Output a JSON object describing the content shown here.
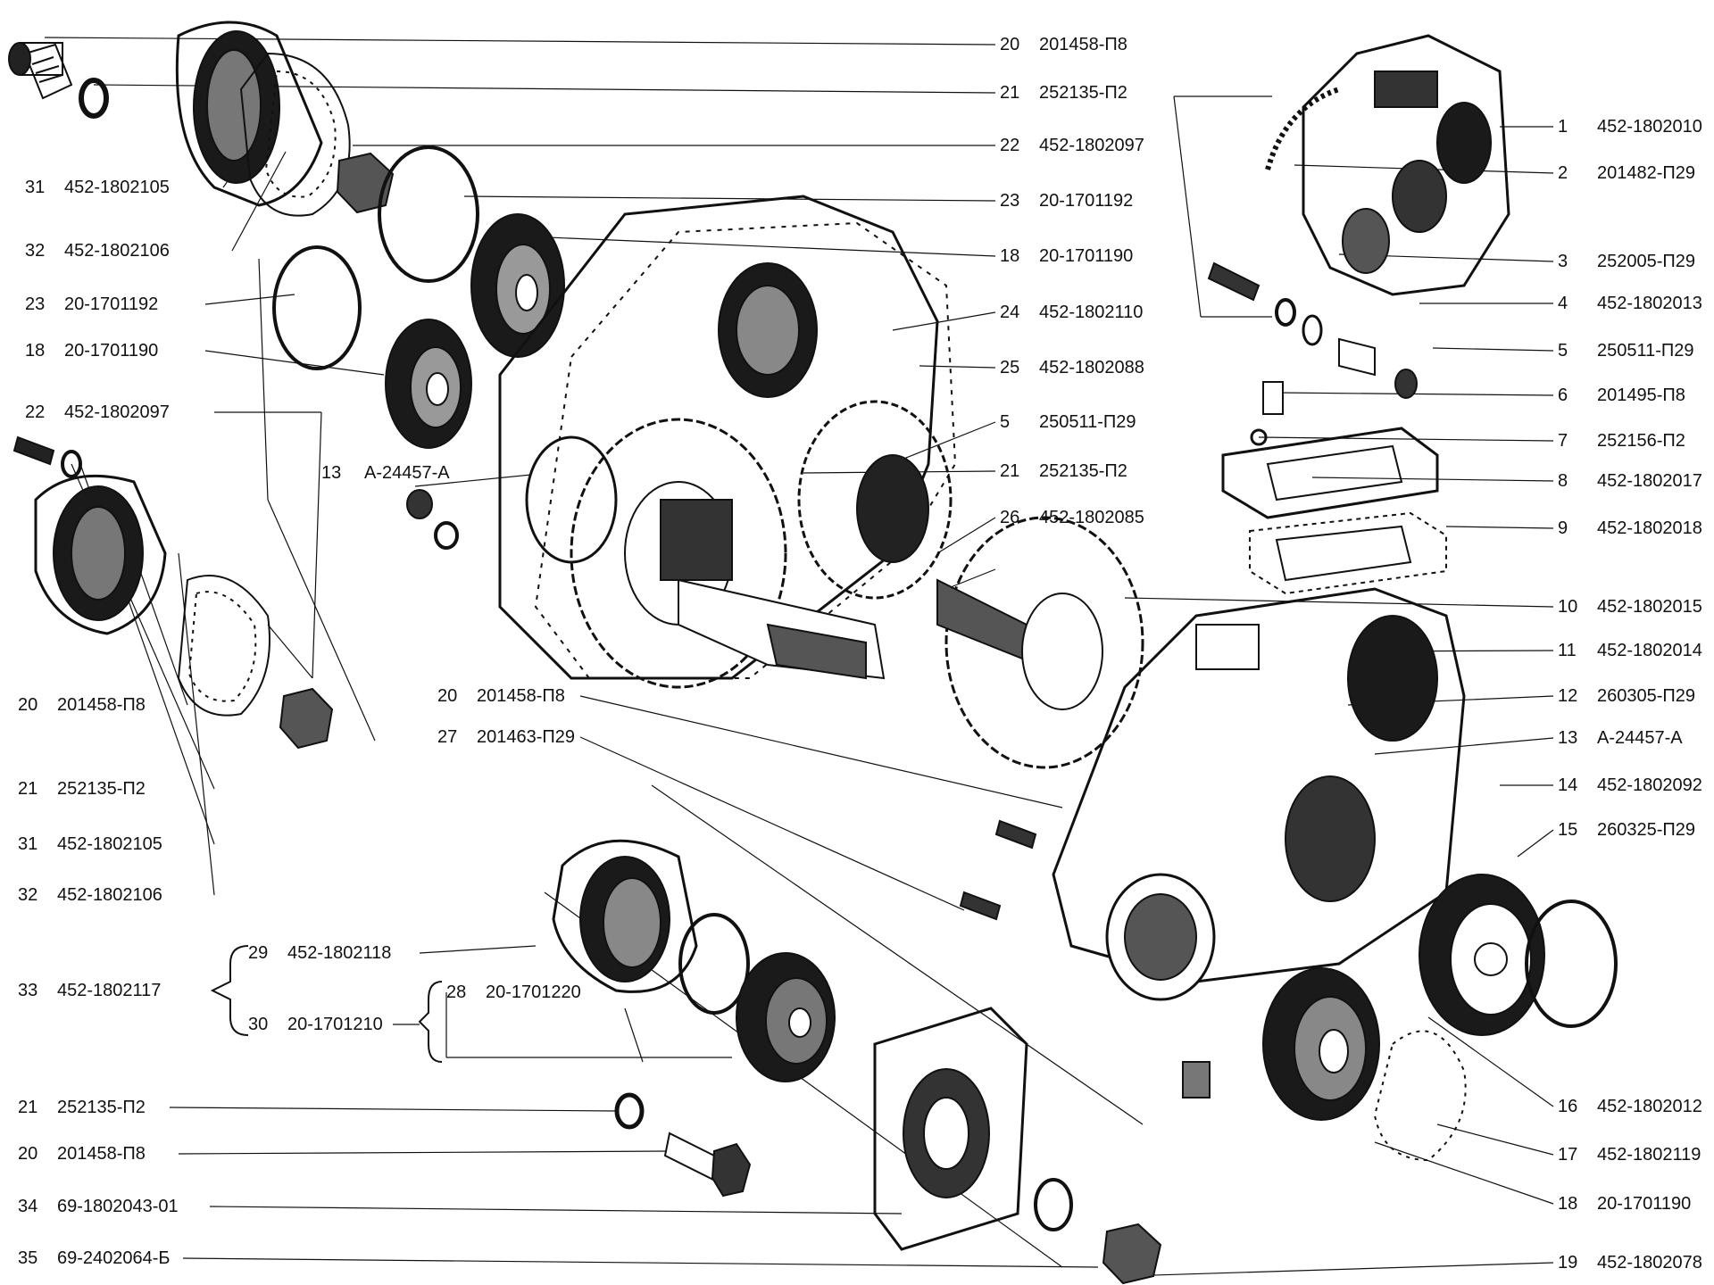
{
  "callouts": {
    "c1": {
      "num": "20",
      "code": "201458-П8"
    },
    "c2": {
      "num": "21",
      "code": "252135-П2"
    },
    "c3": {
      "num": "22",
      "code": "452-1802097"
    },
    "c4": {
      "num": "23",
      "code": "20-1701192"
    },
    "c5": {
      "num": "18",
      "code": "20-1701190"
    },
    "c6": {
      "num": "24",
      "code": "452-1802110"
    },
    "c7": {
      "num": "25",
      "code": "452-1802088"
    },
    "c8": {
      "num": "5",
      "code": "250511-П29"
    },
    "c9": {
      "num": "21",
      "code": "252135-П2"
    },
    "c10": {
      "num": "26",
      "code": "452-1802085"
    },
    "c11": {
      "num": "13",
      "code": "А-24457-А"
    },
    "c12": {
      "num": "20",
      "code": "201458-П8"
    },
    "c13": {
      "num": "27",
      "code": "201463-П29"
    },
    "r1": {
      "num": "1",
      "code": "452-1802010"
    },
    "r2": {
      "num": "2",
      "code": "201482-П29"
    },
    "r3": {
      "num": "3",
      "code": "252005-П29"
    },
    "r4": {
      "num": "4",
      "code": "452-1802013"
    },
    "r5": {
      "num": "5",
      "code": "250511-П29"
    },
    "r6": {
      "num": "6",
      "code": "201495-П8"
    },
    "r7": {
      "num": "7",
      "code": "252156-П2"
    },
    "r8": {
      "num": "8",
      "code": "452-1802017"
    },
    "r9": {
      "num": "9",
      "code": "452-1802018"
    },
    "r10": {
      "num": "10",
      "code": "452-1802015"
    },
    "r11": {
      "num": "11",
      "code": "452-1802014"
    },
    "r12": {
      "num": "12",
      "code": "260305-П29"
    },
    "r13": {
      "num": "13",
      "code": "А-24457-А"
    },
    "r14": {
      "num": "14",
      "code": "452-1802092"
    },
    "r15": {
      "num": "15",
      "code": "260325-П29"
    },
    "r16": {
      "num": "16",
      "code": "452-1802012"
    },
    "r17": {
      "num": "17",
      "code": "452-1802119"
    },
    "r18": {
      "num": "18",
      "code": "20-1701190"
    },
    "r19": {
      "num": "19",
      "code": "452-1802078"
    },
    "l1": {
      "num": "31",
      "code": "452-1802105"
    },
    "l2": {
      "num": "32",
      "code": "452-1802106"
    },
    "l3": {
      "num": "23",
      "code": "20-1701192"
    },
    "l4": {
      "num": "18",
      "code": "20-1701190"
    },
    "l5": {
      "num": "22",
      "code": "452-1802097"
    },
    "l6": {
      "num": "13",
      "code": ""
    },
    "l7": {
      "num": "20",
      "code": "201458-П8"
    },
    "l8": {
      "num": "21",
      "code": "252135-П2"
    },
    "l9": {
      "num": "31",
      "code": "452-1802105"
    },
    "l10": {
      "num": "32",
      "code": "452-1802106"
    },
    "b1": {
      "num": "29",
      "code": "452-1802118"
    },
    "b2": {
      "num": "33",
      "code": "452-1802117"
    },
    "b3": {
      "num": "30",
      "code": "20-1701210"
    },
    "b4": {
      "num": "28",
      "code": "20-1701220"
    },
    "b5": {
      "num": "21",
      "code": "252135-П2"
    },
    "b6": {
      "num": "20",
      "code": "201458-П8"
    },
    "b7": {
      "num": "34",
      "code": "69-1802043-01"
    },
    "b8": {
      "num": "35",
      "code": "69-2402064-Б"
    }
  }
}
